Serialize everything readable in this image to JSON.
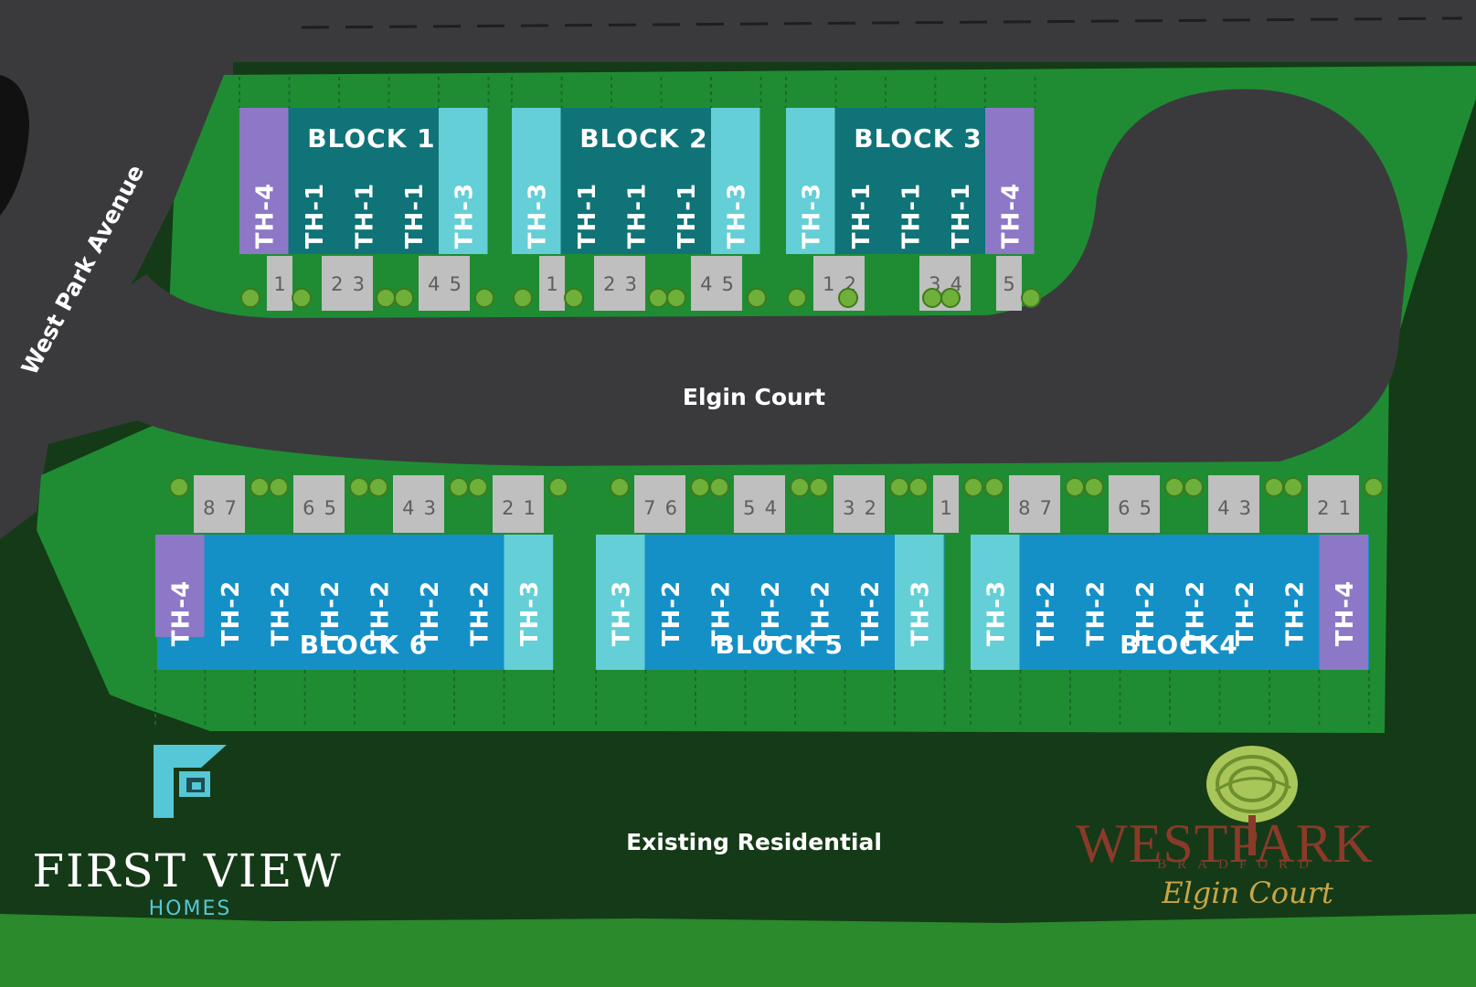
{
  "colors": {
    "road": "#2d2d30",
    "lawn": "#1f8c33",
    "dark_lawn": "#153a17",
    "th1": "#0f7378",
    "th2": "#1590c7",
    "th3": "#64cfd6",
    "th4": "#8d78c7",
    "driveway": "#bfbfbf"
  },
  "streets": {
    "west_park": "West Park Avenue",
    "elgin": "Elgin Court",
    "existing": "Existing Residential"
  },
  "top_blocks": [
    {
      "name": "BLOCK 1",
      "units": [
        "TH-4",
        "TH-1",
        "TH-1",
        "TH-1",
        "TH-3"
      ],
      "lots": [
        "1",
        "2",
        "3",
        "4",
        "5"
      ]
    },
    {
      "name": "BLOCK 2",
      "units": [
        "TH-3",
        "TH-1",
        "TH-1",
        "TH-1",
        "TH-3"
      ],
      "lots": [
        "1",
        "2",
        "3",
        "4",
        "5"
      ]
    },
    {
      "name": "BLOCK 3",
      "units": [
        "TH-3",
        "TH-1",
        "TH-1",
        "TH-1",
        "TH-4"
      ],
      "lots": [
        "1",
        "2",
        "3",
        "4",
        "5"
      ]
    }
  ],
  "bottom_blocks": [
    {
      "name": "BLOCK 6",
      "units": [
        "TH-4",
        "TH-2",
        "TH-2",
        "TH-2",
        "TH-2",
        "TH-2",
        "TH-2",
        "TH-3"
      ],
      "lots": [
        "8",
        "7",
        "6",
        "5",
        "4",
        "3",
        "2",
        "1"
      ]
    },
    {
      "name": "BLOCK 5",
      "units": [
        "TH-3",
        "TH-2",
        "TH-2",
        "TH-2",
        "TH-2",
        "TH-2",
        "TH-3"
      ],
      "lots": [
        "7",
        "6",
        "5",
        "4",
        "3",
        "2",
        "1"
      ]
    },
    {
      "name": "BLOCK4",
      "units": [
        "TH-3",
        "TH-2",
        "TH-2",
        "TH-2",
        "TH-2",
        "TH-2",
        "TH-2",
        "TH-4"
      ],
      "lots": [
        "8",
        "7",
        "6",
        "5",
        "4",
        "3",
        "2",
        "1"
      ]
    }
  ],
  "logos": {
    "first_view": {
      "title": "FIRST VIEW",
      "subtitle": "HOMES"
    },
    "west_park": {
      "title": "WESTPARK",
      "subtitle": "BRADFORD",
      "script": "Elgin Court"
    }
  }
}
